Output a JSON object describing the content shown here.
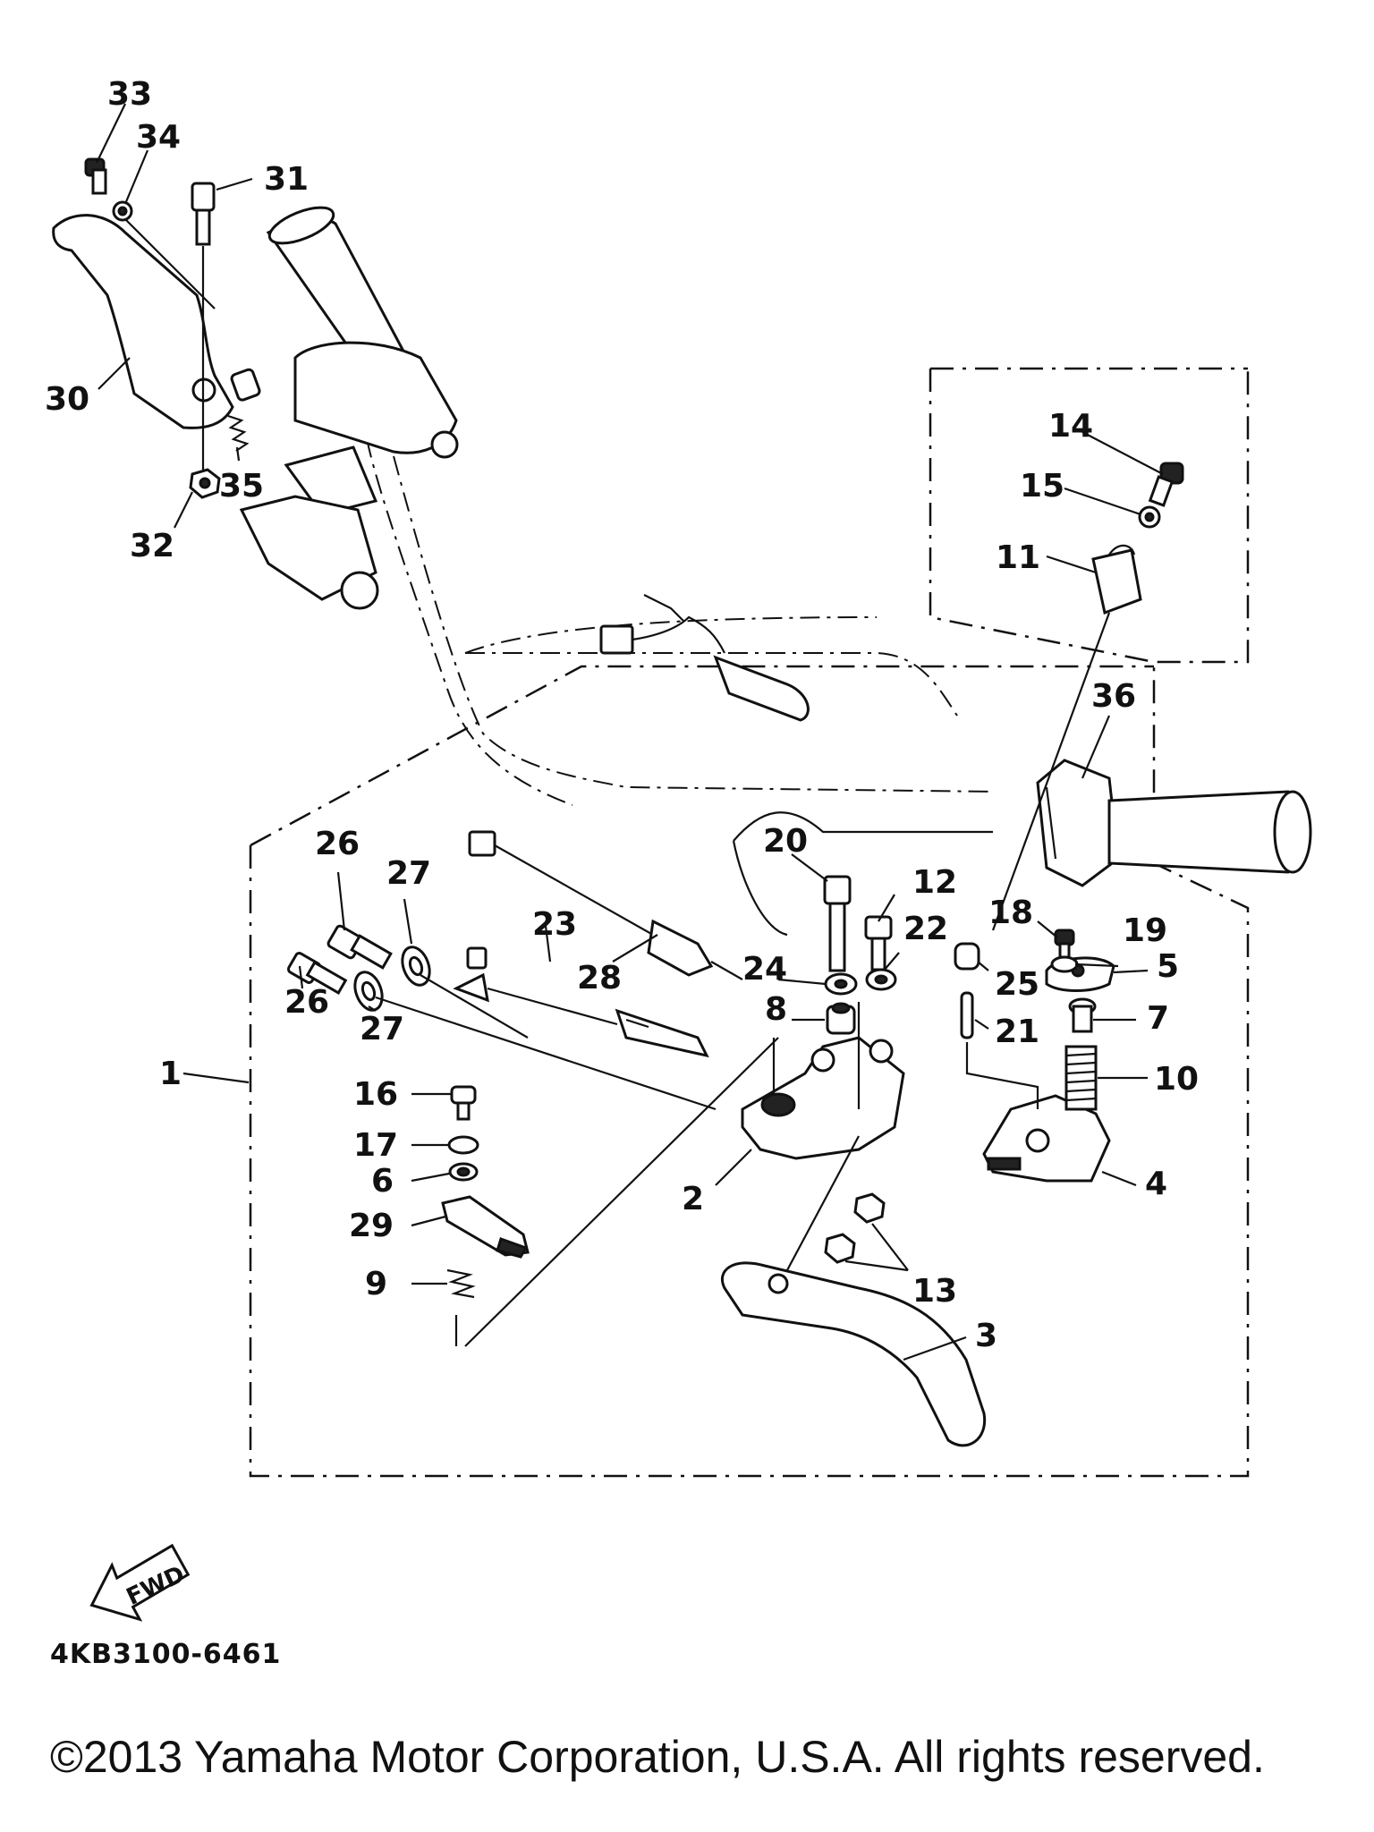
{
  "diagram": {
    "labels": {
      "p1": "1",
      "p2": "2",
      "p3": "3",
      "p4": "4",
      "p5": "5",
      "p6": "6",
      "p7": "7",
      "p8": "8",
      "p9": "9",
      "p10": "10",
      "p11": "11",
      "p12": "12",
      "p13": "13",
      "p14": "14",
      "p15": "15",
      "p16": "16",
      "p17": "17",
      "p18": "18",
      "p19": "19",
      "p20": "20",
      "p21": "21",
      "p22": "22",
      "p23": "23",
      "p24": "24",
      "p25": "25",
      "p26a": "26",
      "p26b": "26",
      "p27a": "27",
      "p27b": "27",
      "p28": "28",
      "p29": "29",
      "p30": "30",
      "p31": "31",
      "p32": "32",
      "p33": "33",
      "p34": "34",
      "p35": "35",
      "p36": "36"
    },
    "fwd_arrow_text": "FWD",
    "diagram_code": "4KB3100-6461",
    "copyright": "©2013 Yamaha Motor Corporation, U.S.A. All rights reserved."
  }
}
